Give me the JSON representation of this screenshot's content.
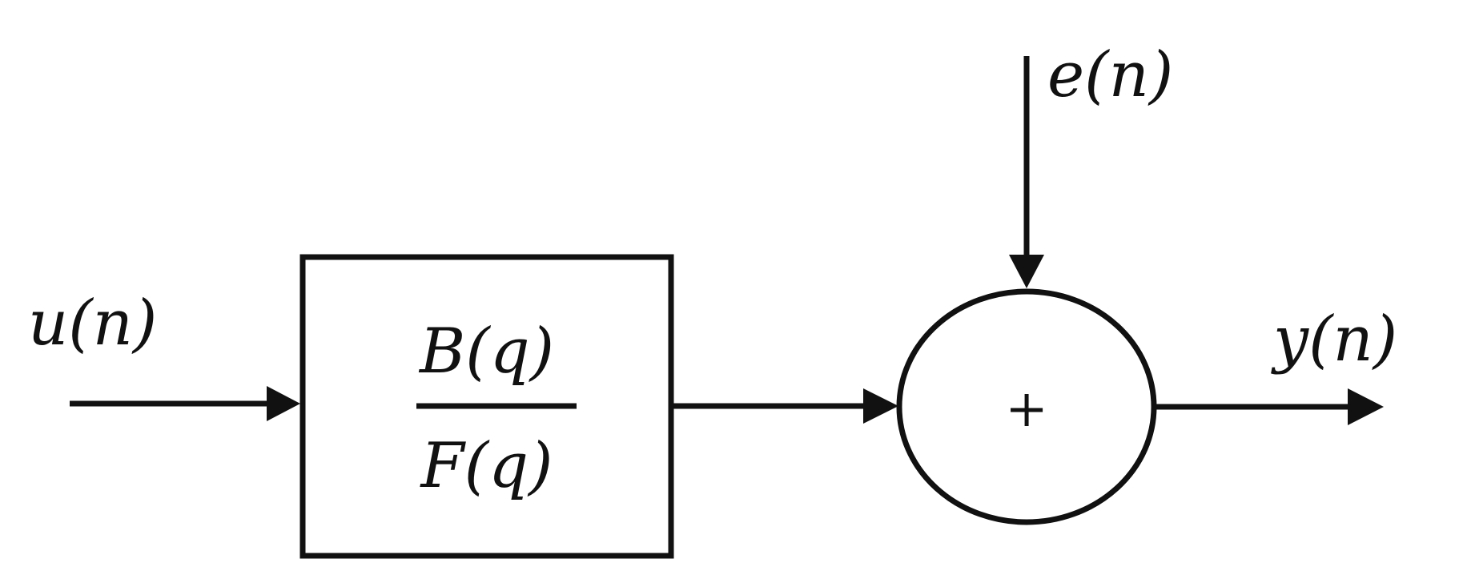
{
  "diagram": {
    "input_label": "u(n)",
    "noise_label": "e(n)",
    "output_label": "y(n)",
    "block_numerator": "B(q)",
    "block_denominator": "F(q)",
    "sum_operator": "+"
  }
}
